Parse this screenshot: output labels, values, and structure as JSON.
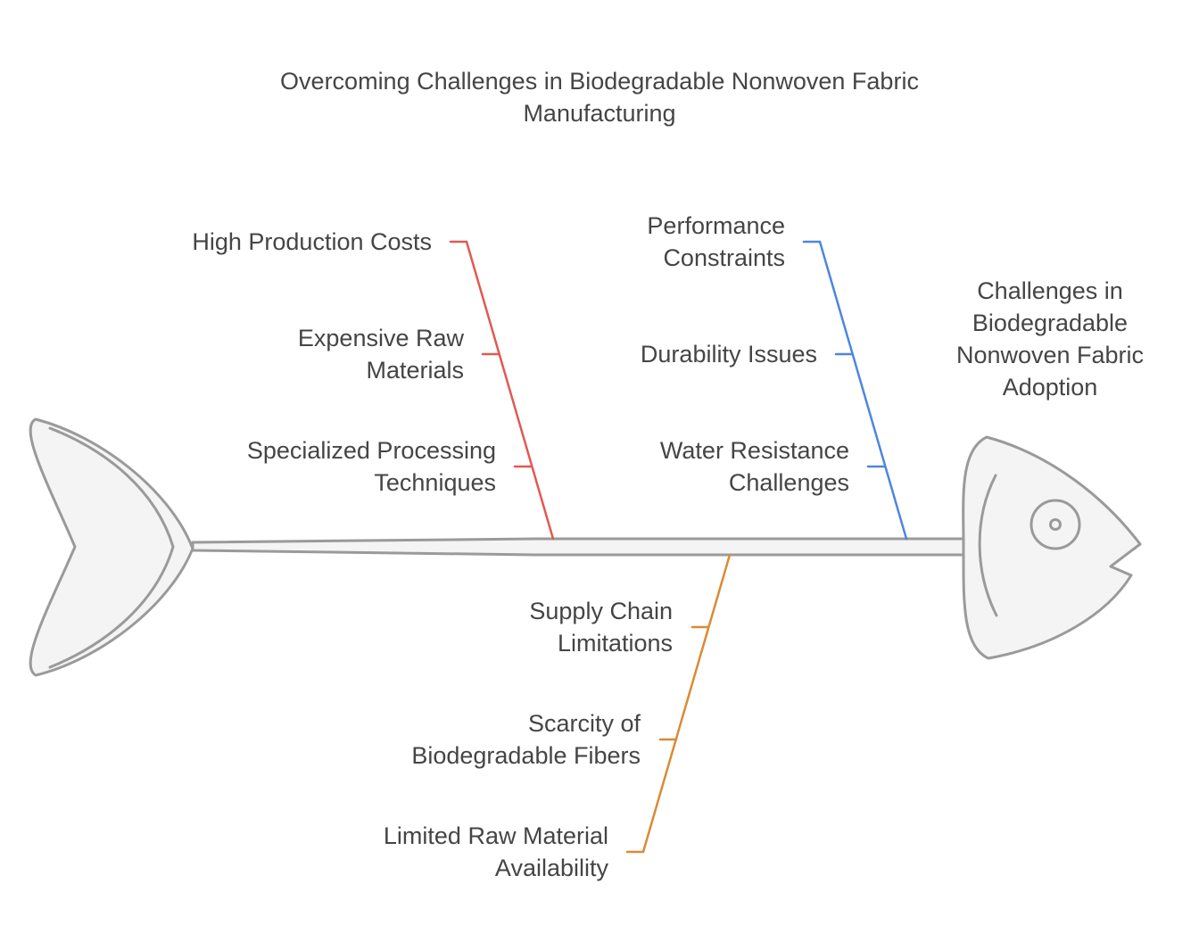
{
  "title": [
    "Overcoming Challenges in Biodegradable Nonwoven Fabric",
    "Manufacturing"
  ],
  "head_label": [
    "Challenges in",
    "Biodegradable",
    "Nonwoven Fabric",
    "Adoption"
  ],
  "categories": {
    "cost": {
      "label": [
        "High Production Costs"
      ],
      "causes": [
        [
          "Expensive Raw",
          "Materials"
        ],
        [
          "Specialized Processing",
          "Techniques"
        ]
      ],
      "color": "#e05a52"
    },
    "performance": {
      "label": [
        "Performance",
        "Constraints"
      ],
      "causes": [
        [
          "Durability Issues"
        ],
        [
          "Water Resistance",
          "Challenges"
        ]
      ],
      "color": "#4d86de"
    },
    "supply": {
      "label": [
        "Limited Raw Material",
        "Availability"
      ],
      "causes": [
        [
          "Supply Chain",
          "Limitations"
        ],
        [
          "Scarcity of",
          "Biodegradable Fibers"
        ]
      ],
      "color": "#db8a34"
    }
  },
  "colors": {
    "outline": "#9a9a9a",
    "fill": "#f4f4f4",
    "text": "#454545"
  }
}
